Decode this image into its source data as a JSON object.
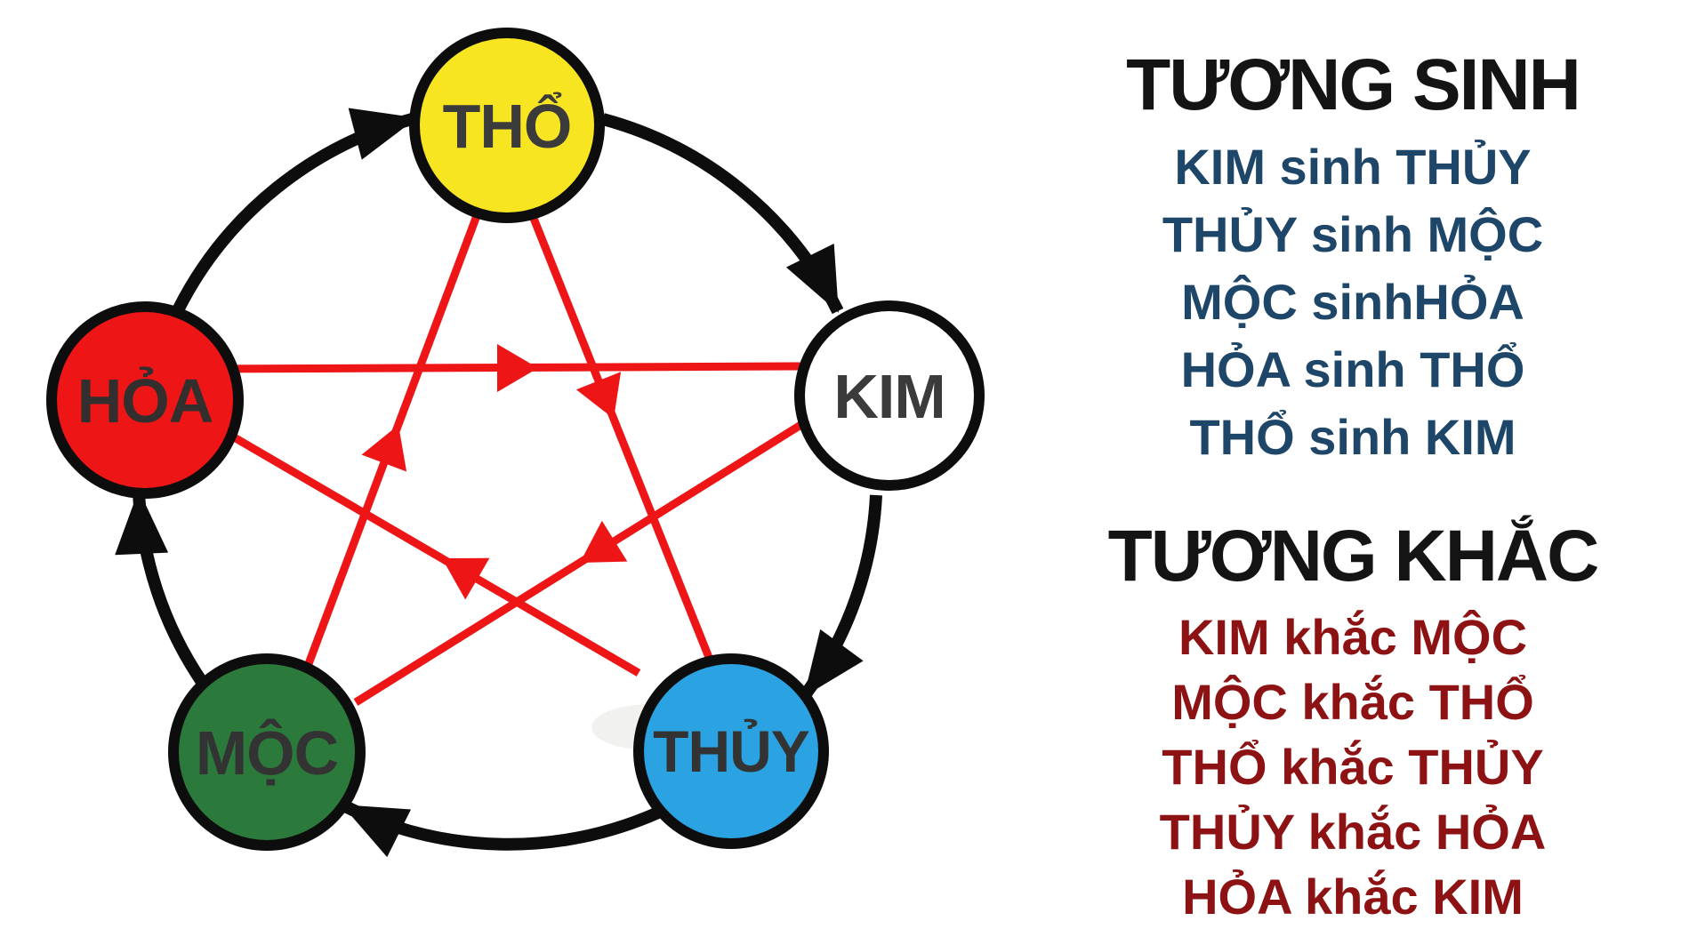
{
  "diagram": {
    "nodes": [
      {
        "id": "tho",
        "label": "THỔ",
        "fill": "#F8E522",
        "label_color": "#3B3B3B"
      },
      {
        "id": "kim",
        "label": "KIM",
        "fill": "#FFFFFF",
        "label_color": "#3B3B3B"
      },
      {
        "id": "thuy",
        "label": "THỦY",
        "fill": "#2BA3E2",
        "label_color": "#333333"
      },
      {
        "id": "moc",
        "label": "MỘC",
        "fill": "#2B7A3C",
        "label_color": "#333333"
      },
      {
        "id": "hoa",
        "label": "HỎA",
        "fill": "#ED1515",
        "label_color": "#332F2F"
      }
    ],
    "generation_color": "#0d0d0d",
    "destruction_color": "#ED1515",
    "generation_cycle": [
      "HỎA → THỔ",
      "THỔ → KIM",
      "KIM → THỦY",
      "THỦY → MỘC",
      "MỘC → HỎA"
    ],
    "destruction_cycle": [
      "HỎA → KIM",
      "THỔ → THỦY",
      "MỘC → THỔ",
      "KIM → MỘC",
      "THỦY → HỎA"
    ]
  },
  "sinh_panel": {
    "title": "TƯƠNG SINH",
    "color": "#1E4669",
    "items": [
      "KIM sinh THỦY",
      "THỦY sinh MỘC",
      "MỘC sinhHỎA",
      "HỎA sinh THỔ",
      "THỔ sinh KIM"
    ]
  },
  "khac_panel": {
    "title": "TƯƠNG KHẮC",
    "color": "#8D1214",
    "items": [
      "KIM khắc MỘC",
      "MỘC khắc THỔ",
      "THỔ khắc THỦY",
      "THỦY khắc HỎA",
      "HỎA khắc KIM"
    ]
  }
}
